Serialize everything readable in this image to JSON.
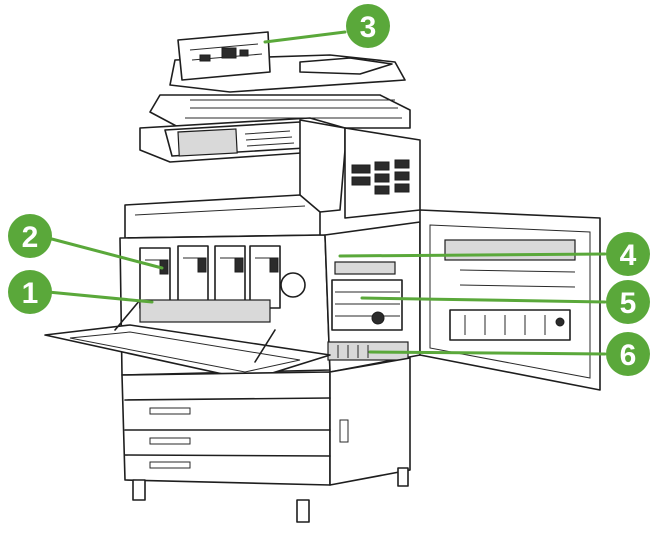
{
  "diagram": {
    "accent_color": "#5aa83a",
    "callouts": [
      {
        "label": "1"
      },
      {
        "label": "2"
      },
      {
        "label": "3"
      },
      {
        "label": "4"
      },
      {
        "label": "5"
      },
      {
        "label": "6"
      }
    ]
  }
}
